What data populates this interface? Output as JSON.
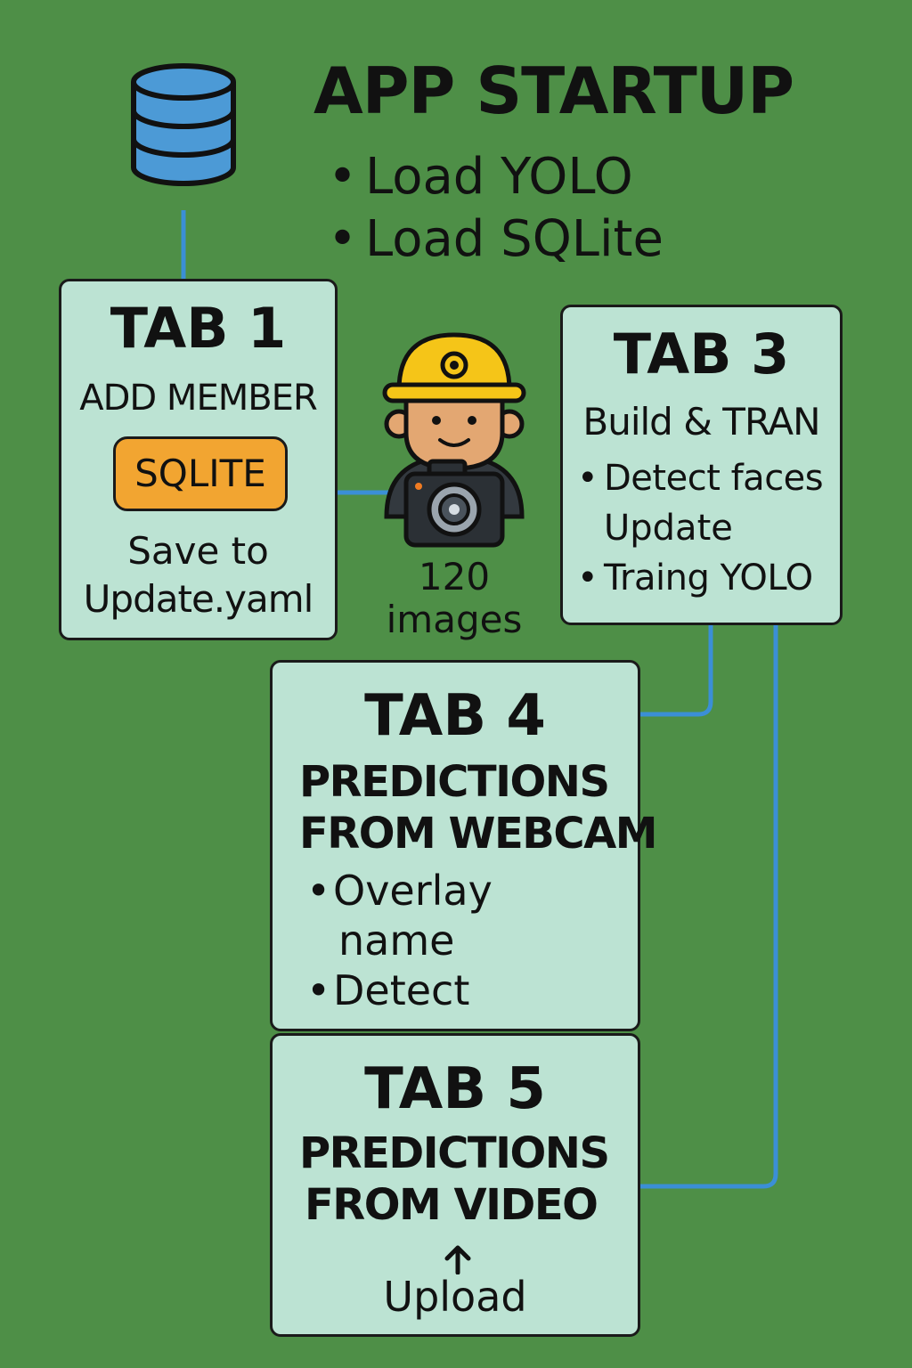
{
  "startup": {
    "title": "APP STARTUP",
    "items": [
      "Load YOLO",
      "Load SQLite"
    ],
    "icon": "database-icon"
  },
  "tab1": {
    "title": "TAB 1",
    "subtitle": "ADD MEMBER",
    "badge": "SQLITE",
    "note_line1": "Save to",
    "note_line2": "Update.yaml"
  },
  "capture": {
    "icon": "worker-with-camera-icon",
    "count": "120",
    "unit": "images"
  },
  "tab3": {
    "title": "TAB 3",
    "subtitle": "Build & TRAN",
    "bullet1": "Detect faces",
    "bullet1_cont": "Update",
    "bullet2": "Traing YOLO"
  },
  "tab4": {
    "title": "TAB 4",
    "subtitle_line1": "PREDICTIONS",
    "subtitle_line2": "FROM WEBCAM",
    "bullet1": "Overlay",
    "bullet1_cont": "name",
    "bullet2": "Detect"
  },
  "tab5": {
    "title": "TAB 5",
    "subtitle_line1": "PREDICTIONS",
    "subtitle_line2": "FROM VIDEO",
    "action": "Upload",
    "action_icon": "up-arrow-icon"
  },
  "colors": {
    "background": "#4e8f47",
    "box_fill": "#bce3d3",
    "connector": "#3b8fd6",
    "badge": "#f2a531",
    "database": "#4c9ad6",
    "helmet": "#f5c518"
  }
}
